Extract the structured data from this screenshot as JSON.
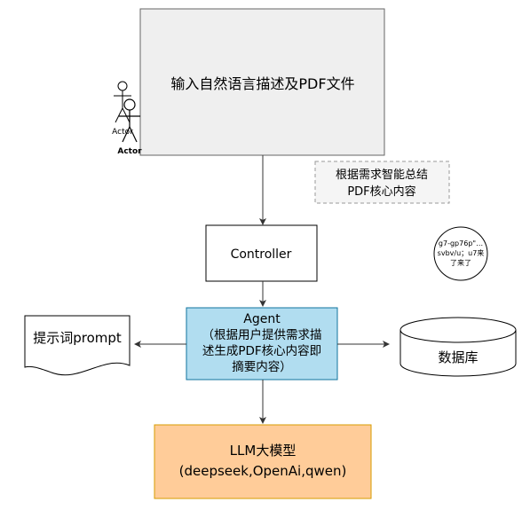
{
  "input_box": {
    "label": "输入自然语言描述及PDF文件"
  },
  "actor_back": {
    "label": "Actor"
  },
  "actor_front": {
    "label": "Actor"
  },
  "note": {
    "line1": "根据需求智能总结",
    "line2": "PDF核心内容"
  },
  "controller": {
    "label": "Controller"
  },
  "circle_note": {
    "line1": "g7-gp76p\"…",
    "line2": "svbv/u；u7来",
    "line3": "了来了"
  },
  "agent": {
    "line1": "Agent",
    "line2": "（根据用户提供需求描",
    "line3": "述生成PDF核心内容即",
    "line4": "摘要内容）"
  },
  "prompt_doc": {
    "label": "提示词prompt"
  },
  "database": {
    "label": "数据库"
  },
  "llm": {
    "line1": "LLM大模型",
    "line2": "(deepseek,OpenAi,qwen)"
  },
  "colors": {
    "input_fill": "#efefef",
    "agent_fill": "#b1ddf0",
    "agent_stroke": "#10739e",
    "llm_fill": "#ffcc99",
    "llm_stroke": "#d79b00",
    "note_stroke": "#999999",
    "line": "#333333"
  }
}
